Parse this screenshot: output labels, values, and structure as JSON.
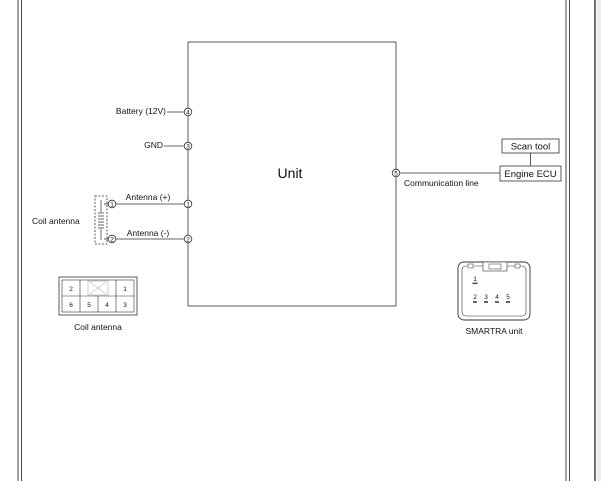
{
  "unit": {
    "label": "Unit"
  },
  "terminals": [
    {
      "pin": "4",
      "label": "Battery (12V)"
    },
    {
      "pin": "3",
      "label": "GND"
    },
    {
      "pin": "1",
      "label": "Antenna (+)"
    },
    {
      "pin": "2",
      "label": "Antenna (-)"
    },
    {
      "pin": "5",
      "label": "Communication line"
    }
  ],
  "coil_antenna": {
    "label": "Coil antenna",
    "pin_top": "1",
    "pin_bottom": "2"
  },
  "engine_ecu": {
    "label": "Engine ECU"
  },
  "scan_tool": {
    "label": "Scan tool"
  },
  "coil_connector": {
    "caption": "Coil antenna",
    "top_row": [
      "2",
      "",
      "1"
    ],
    "bottom_row": [
      "6",
      "5",
      "4",
      "3"
    ]
  },
  "smartra_connector": {
    "caption": "SMARTRA unit",
    "pin_top": "1",
    "pins_row": [
      "2",
      "3",
      "4",
      "5"
    ]
  }
}
